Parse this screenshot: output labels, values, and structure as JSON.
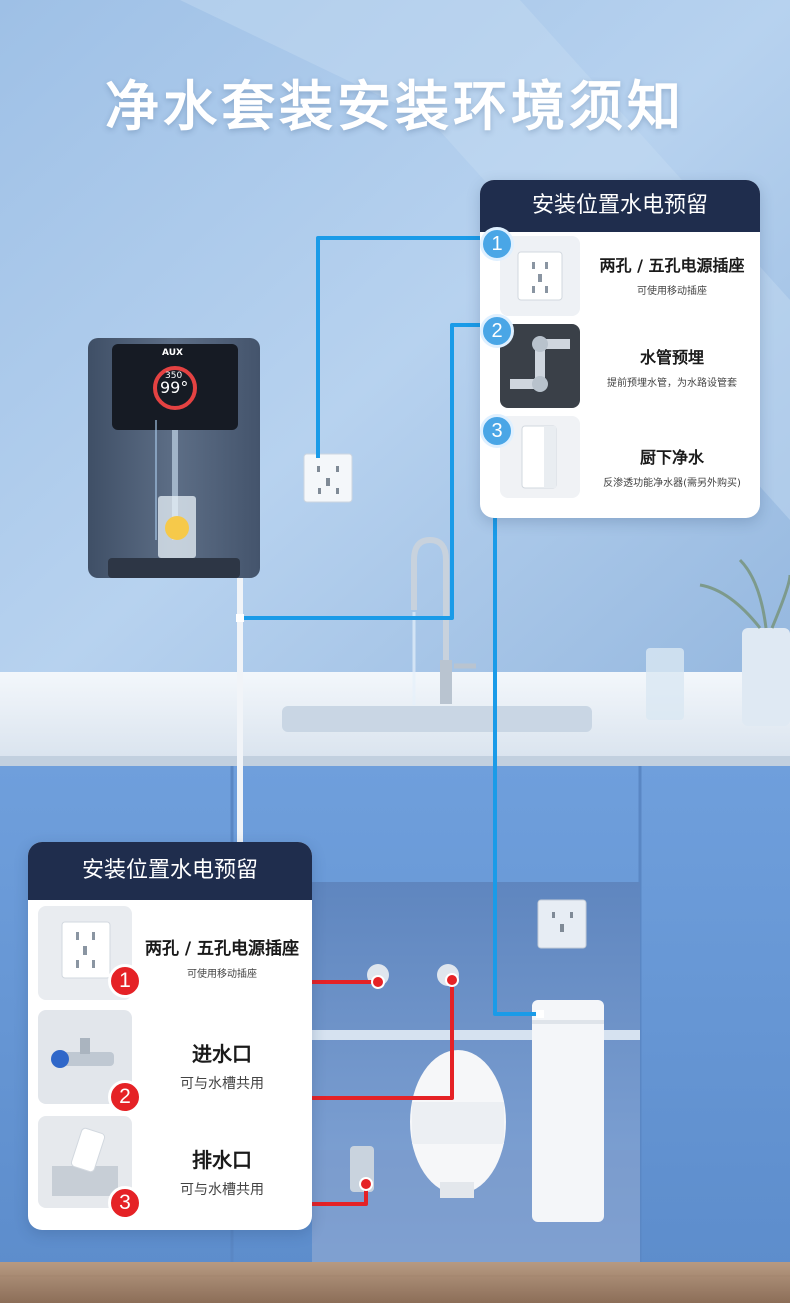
{
  "page": {
    "title": "净水套装安装环境须知"
  },
  "panel_top": {
    "header": "安装位置水电预留",
    "items": [
      {
        "number": "1",
        "title": "两孔 / 五孔电源插座",
        "subtitle": "可使用移动插座",
        "icon": "power-socket-icon"
      },
      {
        "number": "2",
        "title": "水管预埋",
        "subtitle": "提前预埋水管，为水路设管套",
        "icon": "water-pipe-icon"
      },
      {
        "number": "3",
        "title": "厨下净水",
        "subtitle": "反渗透功能净水器(需另外购买)",
        "icon": "water-purifier-icon"
      }
    ]
  },
  "panel_bottom": {
    "header": "安装位置水电预留",
    "items": [
      {
        "number": "1",
        "title": "两孔 / 五孔电源插座",
        "subtitle": "可使用移动插座",
        "icon": "power-socket-icon"
      },
      {
        "number": "2",
        "title": "进水口",
        "subtitle": "可与水槽共用",
        "icon": "inlet-valve-icon"
      },
      {
        "number": "3",
        "title": "排水口",
        "subtitle": "可与水槽共用",
        "icon": "floor-drain-icon"
      }
    ]
  },
  "dispenser": {
    "brand": "AUX",
    "temp_small": "350",
    "temp_big": "99°"
  },
  "colors": {
    "line_blue": "#1a9be8",
    "line_red": "#e52226",
    "panel_header": "#1f2d4d",
    "wall": "#a9c8ea",
    "cabinet": "#6fa0dc"
  }
}
